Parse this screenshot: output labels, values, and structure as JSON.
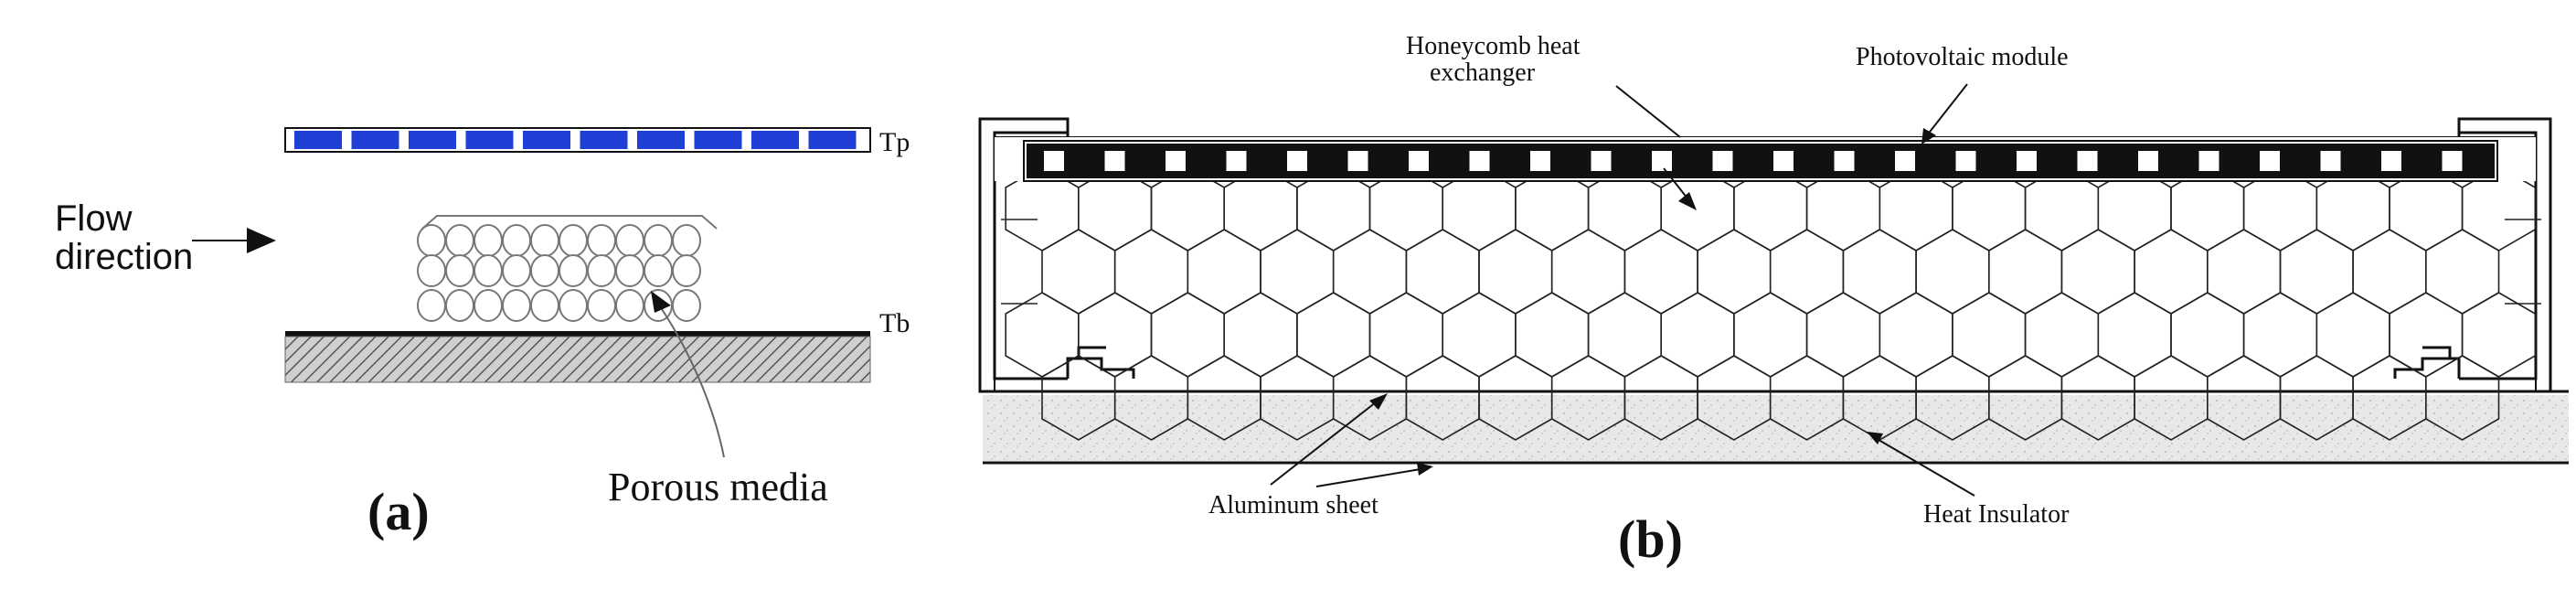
{
  "panel_a": {
    "flow_label_line1": "Flow",
    "flow_label_line2": "direction",
    "tp_label": "Tp",
    "tb_label": "Tb",
    "porous_label": "Porous media",
    "caption": "(a)",
    "colors": {
      "top_plate": "#1f3fd6",
      "hatch": "#555555"
    }
  },
  "panel_b": {
    "honeycomb_label_line1": "Honeycomb heat",
    "honeycomb_label_line2": "exchanger",
    "pv_label": "Photovoltaic module",
    "aluminum_label": "Aluminum sheet",
    "insulator_label": "Heat Insulator",
    "caption": "(b)",
    "colors": {
      "pv_strip": "#111111",
      "insulator": "#e6e6e6"
    }
  }
}
